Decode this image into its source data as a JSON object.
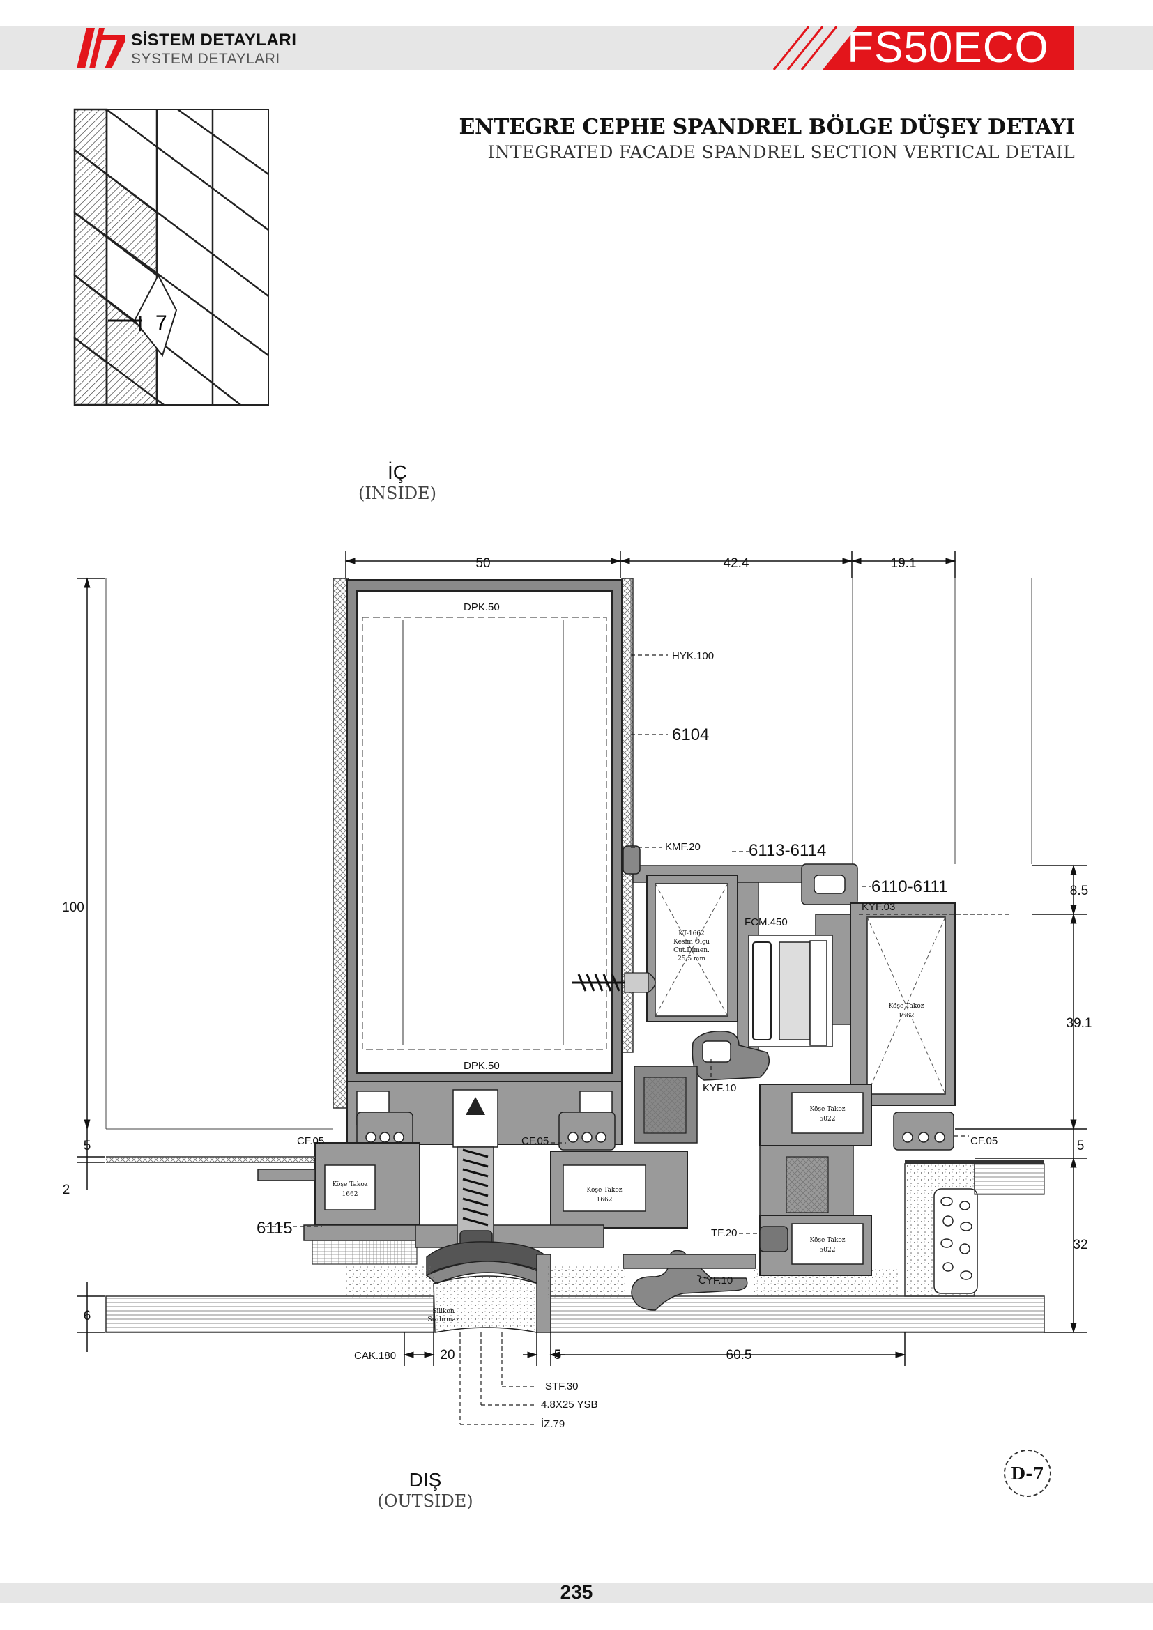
{
  "header": {
    "title": "SİSTEM DETAYLARI",
    "subtitle": "SYSTEM DETAYLARI",
    "model": "FS50ECO",
    "accent_color": "#e3151b"
  },
  "document": {
    "title": "ENTEGRE CEPHE SPANDREL BÖLGE DÜŞEY DETAYI",
    "subtitle": "INTEGRATED FACADE SPANDREL SECTION VERTICAL DETAIL"
  },
  "key_plan": {
    "marker": "7"
  },
  "orientation": {
    "inside": "İÇ",
    "inside_en": "(INSIDE)",
    "outside": "DIŞ",
    "outside_en": "(OUTSIDE)"
  },
  "dimensions": {
    "top_50": "50",
    "top_42_4": "42.4",
    "top_19_1": "19.1",
    "left_100": "100",
    "left_5": "5",
    "left_2": "2",
    "left_6": "6",
    "right_8_5": "8.5",
    "right_39_1": "39.1",
    "right_5": "5",
    "right_32": "32",
    "bottom_20": "20",
    "bottom_5": "5",
    "bottom_60_5": "60.5"
  },
  "labels": {
    "dpk_top": "DPK.50",
    "dpk_bottom": "DPK.50",
    "hyk": "HYK.100",
    "profile_6104": "6104",
    "kmf": "KMF.20",
    "profile_6113": "6113-6114",
    "profile_6110": "6110-6111",
    "kyf03": "KYF.03",
    "fcm": "FCM.450",
    "kyf10": "KYF.10",
    "cf05_left": "CF.05",
    "cf05_mid": "CF.05",
    "cf05_right": "CF.05",
    "profile_6115": "6115",
    "tf20": "TF.20",
    "cyf10": "CYF.10",
    "cak180": "CAK.180",
    "stf30": "STF.30",
    "screw": "4.8X25 YSB",
    "iz79": "İZ.79",
    "silikon_1": "Silikon",
    "silikon_2": "Sızdırmaz",
    "kt_1": "KT-1662",
    "kt_2": "Kesim Ölçü",
    "kt_3": "Cut.Dimen.",
    "kt_4": "25,5 mm",
    "kose_1662_right_1": "Köşe Takoz",
    "kose_1662_right_2": "1662",
    "kose_5022_top_1": "Köşe Takoz",
    "kose_5022_top_2": "5022",
    "kose_5022_bot_1": "Köşe Takoz",
    "kose_5022_bot_2": "5022",
    "kose_1662_left_1": "Köşe Takoz",
    "kose_1662_left_2": "1662",
    "kose_1662_mid_1": "Köşe Takoz",
    "kose_1662_mid_2": "1662"
  },
  "detail_ref": "D-7",
  "footer": {
    "page": "235"
  }
}
